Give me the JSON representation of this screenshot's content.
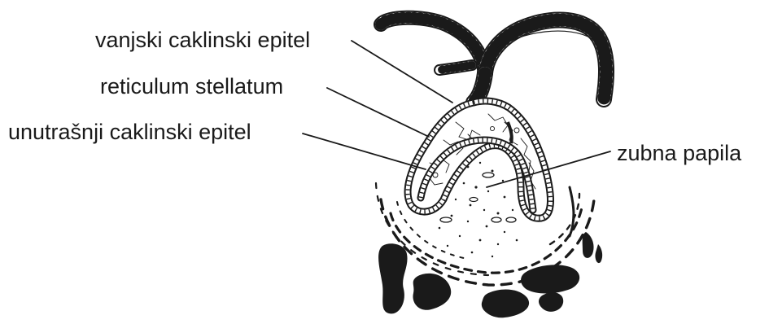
{
  "labels": {
    "outer_enamel_epithelium": "vanjski caklinski epitel",
    "stellate_reticulum": "reticulum stellatum",
    "inner_enamel_epithelium": "unutrašnji caklinski epitel",
    "dental_papilla": "zubna papila"
  },
  "colors": {
    "ink": "#1a1a1a",
    "background": "#ffffff"
  }
}
